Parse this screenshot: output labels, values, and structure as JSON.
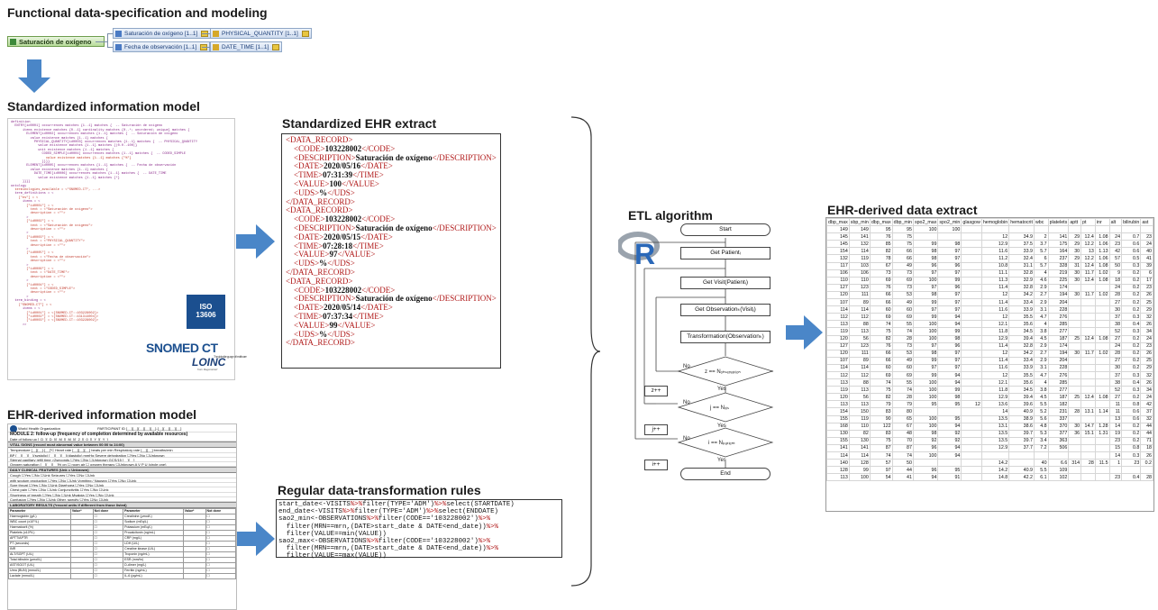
{
  "headings": {
    "functional": "Functional data-specification and modeling",
    "std_info_model": "Standardized information model",
    "std_ehr_extract": "Standardized EHR extract",
    "ehr_info_model": "EHR-derived information model",
    "transform_rules": "Regular data-transformation rules",
    "etl": "ETL algorithm",
    "ehr_data_extract": "EHR-derived data extract"
  },
  "spec_tree": {
    "root": "Saturación de oxígeno",
    "children": [
      "Saturación de oxígeno [1..1]",
      "Fecha de observación [1..1]"
    ],
    "types": [
      "PHYSICAL_QUANTITY [1..1]",
      "DATE_TIME [1..1]"
    ]
  },
  "archetype": {
    "lines": [
      "definition",
      "  ENTRY[id0001] occurrences matches {1..1} matches {  -- Saturación de oxígeno",
      "      items existence matches {0..1} cardinality matches {0..*; unordered; unique} matches {",
      "        ELEMENT[id0002] occurrences matches {1..1} matches {  -- Saturación de oxígeno",
      "          value existence matches {1..1} matches {",
      "            PHYSICAL_QUANTITY[id0003] occurrences matches {1..1} matches {  -- PHYSICAL_QUANTITY",
      "              value existence matches {1..1} matches {|0.0..100|}",
      "              unit existence matches {1..1} matches {",
      "                CODED_SIMPLE[id0004] occurrences matches {1..1} matches {  -- CODED_SIMPLE",
      "                  value existence matches {1..1} matches {\"%\"}",
      "                }}}}",
      "        ELEMENT[id0005] occurrences matches {1..1} matches {  -- Fecha de observación",
      "          value existence matches {1..1} matches {",
      "            DATE_TIME[id0006] occurrences matches {1..1} matches {  -- DATE_TIME",
      "              value existence matches {1..1} matches {*}",
      "      }}}}",
      "ontology",
      "  terminologies_available = <\"SNOMED-CT\", ...>",
      "  term_definitions = <",
      "    [\"es\"] = <",
      "      items = <",
      "        [\"id0001\"] = <",
      "          text = <\"Saturación de oxígeno\">",
      "          description = <\"\">",
      "        >",
      "        [\"id0002\"] = <",
      "          text = <\"Saturación de oxígeno\">",
      "          description = <\"\">",
      "        >",
      "        [\"id0003\"] = <",
      "          text = <\"PHYSICAL_QUANTITY\">",
      "          description = <\"\">",
      "        >",
      "        [\"id0005\"] = <",
      "          text = <\"Fecha de observación\">",
      "          description = <\"\">",
      "        >",
      "        [\"id0006\"] = <",
      "          text = <\"DATE_TIME\">",
      "          description = <\"\">",
      "        >",
      "        [\"id0004\"] = <",
      "          text = <\"CODED_SIMPLE\">",
      "          description = <\"\">",
      "        >",
      "  term_binding = <",
      "    [\"SNOMED-CT\"] = <",
      "      items = <",
      "        [\"id0001\"] = <[SNOMED-CT::103228002]>",
      "        [\"id0002\"] = <[SNOMED-CT::431314004]>",
      "        [\"id0003\"] = <[SNOMED-CT::103228002]>",
      "      >>"
    ],
    "iso_line1": "ISO",
    "iso_line2": "13606",
    "snomed": "SNOMED CT",
    "snomed_sub": "The global language of healthcare",
    "loinc": "LOINC",
    "loinc_sub": "from Regenstrief"
  },
  "xml_records": [
    {
      "code": "103228002",
      "description": "Saturación de oxígeno",
      "date": "2020/05/16",
      "time": "07:31:39",
      "value": "100",
      "uds": "%"
    },
    {
      "code": "103228002",
      "description": "Saturación de oxígeno",
      "date": "2020/05/15",
      "time": "07:28:18",
      "value": "97",
      "uds": "%"
    },
    {
      "code": "103228002",
      "description": "Saturación de oxígeno",
      "date": "2020/05/14",
      "time": "07:37:34",
      "value": "99",
      "uds": "%"
    }
  ],
  "xml_tags": {
    "record": "DATA_RECORD",
    "code": "CODE",
    "description": "DESCRIPTION",
    "date": "DATE",
    "time": "TIME",
    "value": "VALUE",
    "uds": "UDS"
  },
  "r_code": [
    [
      [
        "start_date<-VISITS",
        false
      ],
      [
        "%>%",
        true
      ],
      [
        "filter(TYPE='ADM')",
        false
      ],
      [
        "%>%",
        true
      ],
      [
        "select(STARTDATE)",
        false
      ]
    ],
    [
      [
        "end_date<-VISITS",
        false
      ],
      [
        "%>%",
        true
      ],
      [
        "filter(TYPE='ADM')",
        false
      ],
      [
        "%>%",
        true
      ],
      [
        "select(ENDDATE)",
        false
      ]
    ],
    [
      [
        "sao2_min<-OBSERVATIONS",
        false
      ],
      [
        "%>%",
        true
      ],
      [
        "filter(CODE=='103228002')",
        false
      ],
      [
        "%>%",
        true
      ]
    ],
    [
      [
        "  filter(MRN==mrn,(DATE>start_date & DATE<end_date))",
        false
      ],
      [
        "%>%",
        true
      ]
    ],
    [
      [
        "  filter(VALUE==min(VALUE))",
        false
      ]
    ],
    [
      [
        "sao2_max<-OBSERVATIONS",
        false
      ],
      [
        "%>%",
        true
      ],
      [
        "filter(CODE=='103228002')",
        false
      ],
      [
        "%>%",
        true
      ]
    ],
    [
      [
        "  filter(MRN==mrn,(DATE>start_date & DATE<end_date))",
        false
      ],
      [
        "%>%",
        true
      ]
    ],
    [
      [
        "  filter(VALUE==max(VALUE))",
        false
      ]
    ]
  ],
  "flowchart": {
    "start": "Start",
    "get_patient": "Get Patientᵢ",
    "get_visit": "Get Visit(Patientᵢ)",
    "get_obs": "Get Observationₖ(Visitⱼ)",
    "transform": "Transformation(Observationₖ)",
    "cond_z": "z == Nₒₕₛₑᵣᵥₐₜᵢₒₙ",
    "cond_j": "j == Nᵥᵢₛ",
    "cond_i": "i == Nₚₐₜᵢₑₙₜ",
    "end": "End",
    "yes": "Yes",
    "no": "No",
    "inc_z": "z++",
    "inc_j": "j++",
    "inc_i": "i++"
  },
  "crf": {
    "org": "World Health Organization",
    "participant": "PARTICIPANT ID [__][__][__][__][__]-[__][__][__][__]",
    "title": "MODULE 2: follow-up (frequency of completion determined by available resources)",
    "date": "Date of follow up [_D_][_D_]/[_M_][_M_]/[_2_][_0_][_Y_][_Y_]",
    "vital": "VITAL SIGNS (record most abnormal value between 00:00 to 24:00)",
    "vital_lines": [
      "Temperature [__][__].[__]°C   Heart rate [__][__][__] beats per min   Respiratory rate [__][__] breaths/min",
      "BP [__][__][__](systolic) [__][__][__](diastolic) mmHg   Severe dehydration ☐Yes ☐No ☐Unknown",
      "Sternal capillary refill time >2seconds ☐Yes ☐No ☐Unknown   GCS/15 [__][__]",
      "Oxygen saturation [__][__][__]% on ☐ room air ☐ oxygen therapy ☐Unknown   A  V  P  U (circle one)"
    ],
    "clinical": "DAILY CLINICAL FEATURES (Unk = Unknown)",
    "clinical_lines": [
      "Cough            ☐Yes ☐No ☐Unk     Seizures                  ☐Yes ☐No ☐Unk",
      "  with sputum production ☐Yes ☐No ☐Unk   Vomiting / Nausea  ☐Yes ☐No ☐Unk",
      "Sore throat      ☐Yes ☐No ☐Unk     Diarrhoea                 ☐Yes ☐No ☐Unk",
      "Chest pain       ☐Yes ☐No ☐Unk     Conjunctivitis            ☐Yes ☐No ☐Unk",
      "Shortness of breath ☐Yes ☐No ☐Unk  Myalgia                   ☐Yes ☐No ☐Unk",
      "Confusion        ☐Yes ☐No ☐Unk     Other, specify            ☐Yes ☐No ☐Unk"
    ],
    "lab": "LABORATORY RESULTS (*record units if different from those listed)",
    "lab_headers": [
      "Parameter",
      "Value*",
      "Not done",
      "Parameter",
      "Value*",
      "Not done"
    ],
    "lab_rows": [
      [
        "Haemoglobin (g/L)",
        "Creatinine (µmol/L)"
      ],
      [
        "WBC count (x10⁹/L)",
        "Sodium (mEq/L)"
      ],
      [
        "Haematocrit (%)",
        "Potassium (mEq/L)"
      ],
      [
        "Platelets (x10⁹/L)",
        "Procalcitonin (ng/mL)"
      ],
      [
        "APTT/APTR",
        "CRP (mg/L)"
      ],
      [
        "PT (seconds)",
        "LDH (U/L)"
      ],
      [
        "INR",
        "Creatine kinase (U/L)"
      ],
      [
        "ALT/SGPT (U/L)",
        "Troponin (ng/mL)"
      ],
      [
        "Total bilirubin (µmol/L)",
        "ESR (mm/hr)"
      ],
      [
        "AST/SGOT (U/L)",
        "D-dimer (mg/L)"
      ],
      [
        "Urea (BUN) (mmol/L)",
        "Ferritin (ng/mL)"
      ],
      [
        "Lactate (mmol/L)",
        "IL-6 (pg/mL)"
      ]
    ]
  },
  "data_extract": {
    "headers": [
      "dbp_max",
      "sbp_min",
      "dbp_max",
      "dbp_min",
      "spo2_max",
      "spo2_min",
      "glasgow",
      "hemoglobin",
      "hematocrit",
      "wbc",
      "platelets",
      "aptt",
      "pt",
      "inr",
      "alt",
      "bilirubin",
      "ast"
    ],
    "rows": [
      [
        "149",
        "149",
        "95",
        "95",
        "100",
        "100",
        "",
        "",
        "",
        "",
        "",
        "",
        "",
        "",
        "",
        "",
        ""
      ],
      [
        "145",
        "141",
        "76",
        "75",
        "",
        "",
        "",
        "12",
        "34.9",
        "2",
        "141",
        "29",
        "12.4",
        "1.08",
        "24",
        "0.7",
        "23"
      ],
      [
        "145",
        "132",
        "85",
        "75",
        "99",
        "98",
        "",
        "12.9",
        "37.5",
        "3.7",
        "175",
        "29",
        "12.2",
        "1.06",
        "23",
        "0.6",
        "24"
      ],
      [
        "154",
        "114",
        "82",
        "66",
        "98",
        "97",
        "",
        "11.6",
        "33.9",
        "5.7",
        "164",
        "30",
        "13",
        "1.13",
        "42",
        "0.6",
        "40"
      ],
      [
        "132",
        "119",
        "78",
        "66",
        "98",
        "97",
        "",
        "11.2",
        "32.4",
        "6",
        "237",
        "29",
        "12.2",
        "1.06",
        "57",
        "0.5",
        "41"
      ],
      [
        "117",
        "103",
        "67",
        "49",
        "96",
        "96",
        "",
        "10.8",
        "31.1",
        "5.7",
        "328",
        "31",
        "12.4",
        "1.08",
        "50",
        "0.3",
        "39"
      ],
      [
        "106",
        "106",
        "73",
        "73",
        "97",
        "97",
        "",
        "11.1",
        "32.8",
        "4",
        "219",
        "30",
        "11.7",
        "1.02",
        "9",
        "0.2",
        "6"
      ],
      [
        "110",
        "110",
        "69",
        "69",
        "100",
        "99",
        "",
        "11.3",
        "32.9",
        "4.6",
        "225",
        "30",
        "12.4",
        "1.08",
        "18",
        "0.2",
        "17"
      ],
      [
        "127",
        "123",
        "76",
        "73",
        "97",
        "96",
        "",
        "11.4",
        "32.8",
        "2.9",
        "174",
        "",
        "",
        "",
        "24",
        "0.2",
        "23"
      ],
      [
        "120",
        "111",
        "66",
        "53",
        "98",
        "97",
        "",
        "12",
        "34.2",
        "2.7",
        "194",
        "30",
        "11.7",
        "1.02",
        "28",
        "0.2",
        "26"
      ],
      [
        "107",
        "89",
        "66",
        "49",
        "99",
        "97",
        "",
        "11.4",
        "33.4",
        "2.9",
        "204",
        "",
        "",
        "",
        "27",
        "0.2",
        "25"
      ],
      [
        "114",
        "114",
        "60",
        "60",
        "97",
        "97",
        "",
        "11.6",
        "33.9",
        "3.1",
        "228",
        "",
        "",
        "",
        "30",
        "0.2",
        "29"
      ],
      [
        "112",
        "112",
        "69",
        "69",
        "99",
        "94",
        "",
        "12",
        "35.5",
        "4.7",
        "276",
        "",
        "",
        "",
        "37",
        "0.3",
        "32"
      ],
      [
        "113",
        "88",
        "74",
        "55",
        "100",
        "94",
        "",
        "12.1",
        "35.6",
        "4",
        "285",
        "",
        "",
        "",
        "38",
        "0.4",
        "26"
      ],
      [
        "119",
        "113",
        "75",
        "74",
        "100",
        "99",
        "",
        "11.8",
        "34.5",
        "3.8",
        "277",
        "",
        "",
        "",
        "52",
        "0.3",
        "34"
      ],
      [
        "120",
        "56",
        "82",
        "28",
        "100",
        "98",
        "",
        "12.9",
        "39.4",
        "4.5",
        "187",
        "25",
        "12.4",
        "1.08",
        "27",
        "0.2",
        "24"
      ],
      [
        "127",
        "123",
        "76",
        "73",
        "97",
        "96",
        "",
        "11.4",
        "32.8",
        "2.9",
        "174",
        "",
        "",
        "",
        "24",
        "0.2",
        "23"
      ],
      [
        "120",
        "111",
        "66",
        "53",
        "98",
        "97",
        "",
        "12",
        "34.2",
        "2.7",
        "194",
        "30",
        "11.7",
        "1.02",
        "28",
        "0.2",
        "26"
      ],
      [
        "107",
        "89",
        "66",
        "49",
        "99",
        "97",
        "",
        "11.4",
        "33.4",
        "2.9",
        "204",
        "",
        "",
        "",
        "27",
        "0.2",
        "25"
      ],
      [
        "114",
        "114",
        "60",
        "60",
        "97",
        "97",
        "",
        "11.6",
        "33.9",
        "3.1",
        "228",
        "",
        "",
        "",
        "30",
        "0.2",
        "29"
      ],
      [
        "112",
        "112",
        "69",
        "69",
        "99",
        "94",
        "",
        "12",
        "35.5",
        "4.7",
        "276",
        "",
        "",
        "",
        "37",
        "0.3",
        "32"
      ],
      [
        "113",
        "88",
        "74",
        "55",
        "100",
        "94",
        "",
        "12.1",
        "35.6",
        "4",
        "285",
        "",
        "",
        "",
        "38",
        "0.4",
        "26"
      ],
      [
        "119",
        "113",
        "75",
        "74",
        "100",
        "99",
        "",
        "11.8",
        "34.5",
        "3.8",
        "277",
        "",
        "",
        "",
        "52",
        "0.3",
        "34"
      ],
      [
        "120",
        "56",
        "82",
        "28",
        "100",
        "98",
        "",
        "12.9",
        "39.4",
        "4.5",
        "187",
        "25",
        "12.4",
        "1.08",
        "27",
        "0.2",
        "24"
      ],
      [
        "113",
        "113",
        "79",
        "79",
        "95",
        "95",
        "12",
        "13.6",
        "39.6",
        "5.5",
        "182",
        "",
        "",
        "",
        "11",
        "0.8",
        "42"
      ],
      [
        "154",
        "150",
        "83",
        "80",
        "",
        "",
        "",
        "14",
        "40.9",
        "5.2",
        "231",
        "28",
        "13.1",
        "1.14",
        "11",
        "0.6",
        "37"
      ],
      [
        "155",
        "119",
        "90",
        "65",
        "100",
        "95",
        "",
        "13.5",
        "38.9",
        "5.6",
        "337",
        "",
        "",
        "",
        "13",
        "0.6",
        "32"
      ],
      [
        "168",
        "110",
        "122",
        "67",
        "100",
        "94",
        "",
        "13.1",
        "38.6",
        "4.8",
        "370",
        "30",
        "14.7",
        "1.28",
        "14",
        "0.2",
        "44"
      ],
      [
        "130",
        "82",
        "83",
        "48",
        "98",
        "92",
        "",
        "13.5",
        "39.7",
        "5.3",
        "377",
        "36",
        "15.1",
        "1.31",
        "19",
        "0.2",
        "44"
      ],
      [
        "155",
        "130",
        "75",
        "70",
        "92",
        "92",
        "",
        "13.5",
        "39.7",
        "3.4",
        "363",
        "",
        "",
        "",
        "23",
        "0.2",
        "71"
      ],
      [
        "141",
        "141",
        "87",
        "87",
        "96",
        "94",
        "",
        "12.9",
        "37.7",
        "7.2",
        "506",
        "",
        "",
        "",
        "15",
        "0.8",
        "18"
      ],
      [
        "114",
        "114",
        "74",
        "74",
        "100",
        "94",
        "",
        "",
        "",
        "",
        "",
        "",
        "",
        "",
        "14",
        "0.3",
        "26"
      ],
      [
        "140",
        "128",
        "57",
        "50",
        "",
        "",
        "",
        "14.2",
        "",
        "40",
        "6.6",
        "314",
        "28",
        "11.5",
        "1",
        "23",
        "0.2"
      ],
      [
        "128",
        "99",
        "97",
        "44",
        "96",
        "95",
        "",
        "14.2",
        "40.9",
        "5.5",
        "109",
        "",
        "",
        "",
        "",
        "",
        ""
      ],
      [
        "113",
        "100",
        "54",
        "41",
        "94",
        "91",
        "",
        "14.8",
        "42.2",
        "6.1",
        "102",
        "",
        "",
        "",
        "23",
        "0.4",
        "28"
      ]
    ]
  }
}
